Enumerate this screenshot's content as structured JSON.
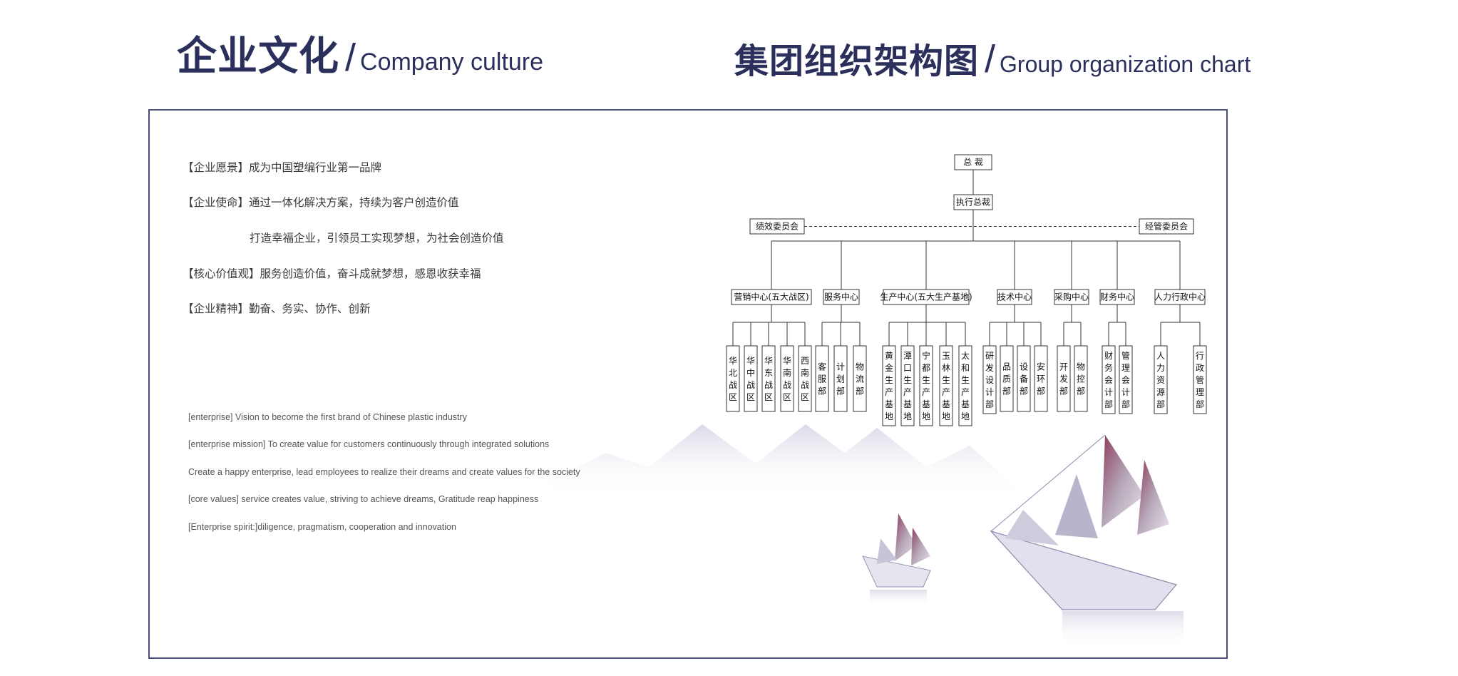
{
  "left_heading": {
    "cn": "企业文化",
    "slash": "/",
    "en": "Company  culture"
  },
  "right_heading": {
    "cn": "集团组织架构图",
    "slash": "/",
    "en": "Group organization chart"
  },
  "culture_cn": [
    "【企业愿景】成为中国塑编行业第一品牌",
    "【企业使命】通过一体化解决方案，持续为客户创造价值",
    "打造幸福企业，引领员工实现梦想，为社会创造价值",
    "【核心价值观】服务创造价值，奋斗成就梦想，感恩收获幸福",
    "【企业精神】勤奋、务实、协作、创新"
  ],
  "culture_en": [
    "[enterprise] Vision to become the first brand of Chinese plastic industry",
    "[enterprise mission]  To create value for customers continuously  through integrated solutions",
    "Create a happy enterprise, lead employees to realize their dreams and create values for the society",
    "[core values] service creates value, striving to achieve dreams, Gratitude reap happiness",
    "[Enterprise spirit:]diligence, pragmatism, cooperation and innovation"
  ],
  "org": {
    "ceo": "总  裁",
    "exec": "执行总裁",
    "committee_left": "绩效委员会",
    "committee_right": "经管委员会",
    "centers": [
      {
        "name": "营销中心(五大战区)",
        "children": [
          "华北战区",
          "华中战区",
          "华东战区",
          "华南战区",
          "西南战区"
        ]
      },
      {
        "name": "服务中心",
        "children": [
          "客服部",
          "计划部",
          "物流部"
        ]
      },
      {
        "name": "生产中心(五大生产基地)",
        "children": [
          "黄金生产基地",
          "潭口生产基地",
          "宁都生产基地",
          "玉林生产基地",
          "太和生产基地"
        ]
      },
      {
        "name": "技术中心",
        "children": [
          "研发设计部",
          "品质部",
          "设备部",
          "安环部"
        ]
      },
      {
        "name": "采购中心",
        "children": [
          "开发部",
          "物控部"
        ]
      },
      {
        "name": "财务中心",
        "children": [
          "财务会计部",
          "管理会计部"
        ]
      },
      {
        "name": "人力行政中心",
        "children": [
          "人力资源部",
          "行政管理部"
        ]
      }
    ]
  },
  "colors": {
    "heading": "#2b2f5c",
    "frame": "#4a4d7a",
    "sail": "#7a3a55"
  }
}
